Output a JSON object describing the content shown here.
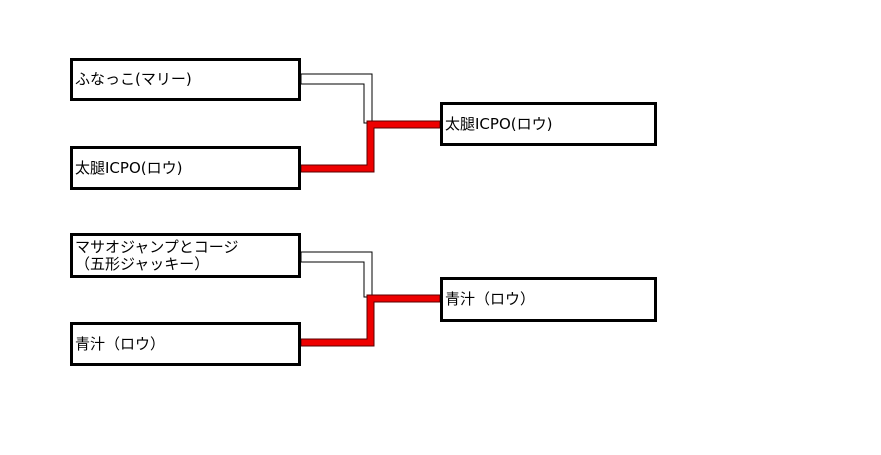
{
  "page": {
    "background": "#ffffff"
  },
  "colors": {
    "box_border": "#000000",
    "box_fill": "#ffffff",
    "text": "#000000",
    "winner_line_fill": "#ee0000",
    "winner_line_border": "#5a0000",
    "loser_line_fill": "#ffffff",
    "loser_line_border": "#000000"
  },
  "bracket": {
    "type": "tournament-bracket",
    "matches": [
      {
        "players": [
          {
            "lines": [
              "ふなっこ(マリー)"
            ]
          },
          {
            "lines": [
              "太腿ICPO(ロウ)"
            ]
          }
        ],
        "winner": "太腿ICPO(ロウ)"
      },
      {
        "players": [
          {
            "lines": [
              "マサオジャンプとコージ",
              "（五形ジャッキー）"
            ]
          },
          {
            "lines": [
              "青汁（ロウ）"
            ]
          }
        ],
        "winner": "青汁（ロウ）"
      }
    ]
  }
}
